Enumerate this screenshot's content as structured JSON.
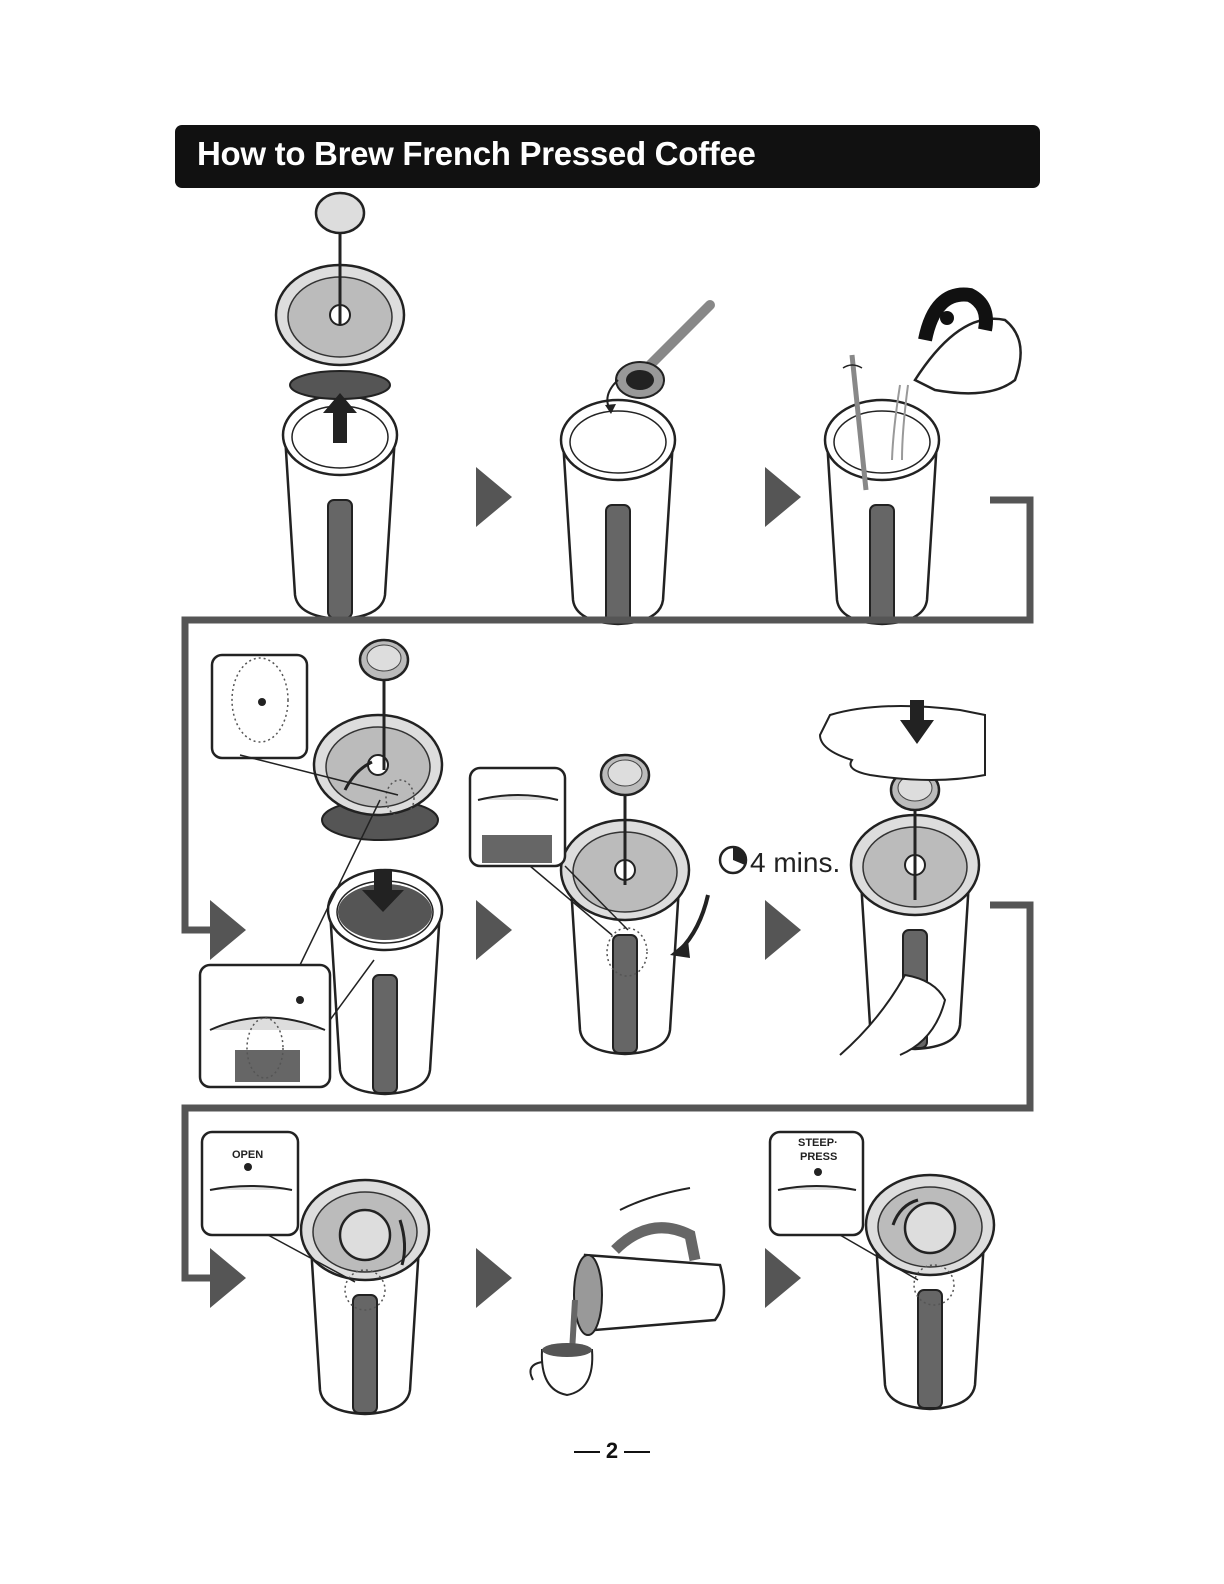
{
  "header": {
    "title": "How to Brew French Pressed Coffee"
  },
  "labels": {
    "steep_press": "STEEP·PRESS",
    "steep": "STEEP·",
    "press": "PRESS",
    "open": "OPEN",
    "timer": "4 mins."
  },
  "footer": {
    "page_number": "2"
  },
  "colors": {
    "header_bg": "#111111",
    "arrow": "#555555",
    "flow_line": "#555555",
    "handle": "#666666"
  }
}
